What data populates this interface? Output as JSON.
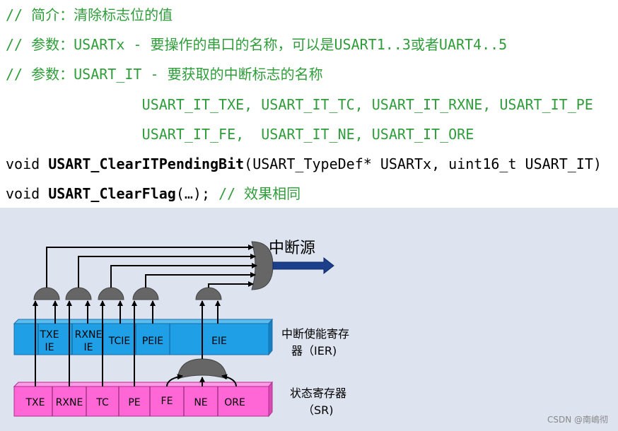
{
  "code": {
    "lines": [
      {
        "type": "comment",
        "text": "// 简介：清除标志位的值"
      },
      {
        "type": "comment",
        "text": "// 参数：USARTx - 要操作的串口的名称，可以是USART1..3或者UART4..5"
      },
      {
        "type": "comment",
        "text": "// 参数：USART_IT - 要获取的中断标志的名称"
      },
      {
        "type": "comment",
        "text": "                USART_IT_TXE, USART_IT_TC, USART_IT_RXNE, USART_IT_PE"
      },
      {
        "type": "comment",
        "text": "                USART_IT_FE,  USART_IT_NE, USART_IT_ORE"
      },
      {
        "type": "code",
        "prefix": "void ",
        "fn": "USART_ClearITPendingBit",
        "suffix": "(USART_TypeDef* USARTx, uint16_t USART_IT)",
        "comment": ""
      },
      {
        "type": "code",
        "prefix": "void ",
        "fn": "USART_ClearFlag",
        "suffix": "(…); ",
        "comment": "// 效果相同"
      }
    ]
  },
  "diagram": {
    "source_label": "中断源",
    "ier": {
      "label_line1": "中断使能寄存",
      "label_line2": "器（IER)",
      "cells": [
        {
          "line1": "TXE",
          "line2": "IE"
        },
        {
          "line1": "RXNE",
          "line2": "IE"
        },
        {
          "line1": "TCIE",
          "line2": ""
        },
        {
          "line1": "PEIE",
          "line2": ""
        },
        {
          "line1": "EIE",
          "line2": ""
        }
      ]
    },
    "sr": {
      "label_line1": "状态寄存器",
      "label_line2": "（SR)",
      "cells": [
        "TXE",
        "RXNE",
        "TC",
        "PE",
        "FE",
        "NE",
        "ORE"
      ]
    },
    "colors": {
      "background": "#dde3ef",
      "ier_fill": "#1e9fe6",
      "sr_fill": "#ff66d6",
      "gate_fill": "#666666",
      "arrow": "#000000"
    }
  },
  "watermark": "CSDN @南嶋彻"
}
